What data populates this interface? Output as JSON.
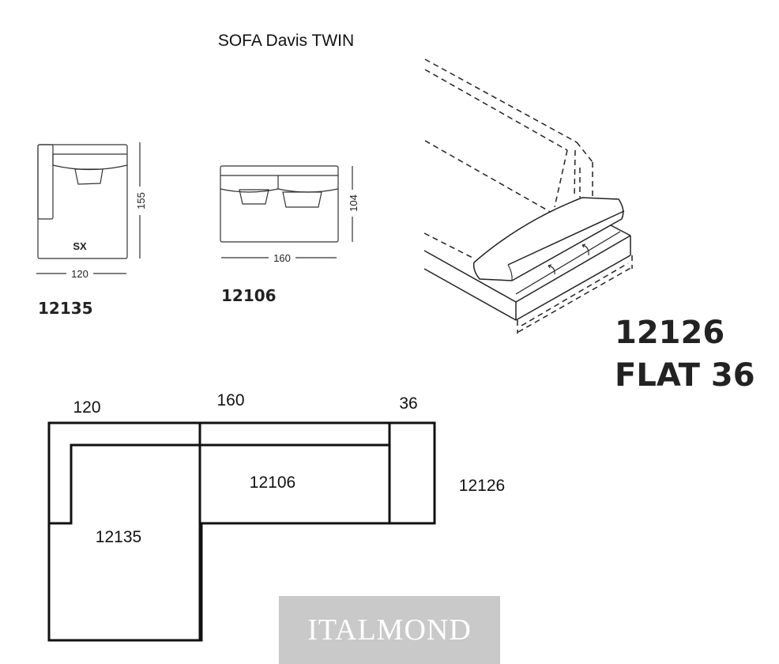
{
  "title": "SOFA Davis TWIN",
  "modules": {
    "corner": {
      "code": "12135",
      "side": "SX",
      "width": "120",
      "depth": "155"
    },
    "middle": {
      "code": "12106",
      "width": "160",
      "depth": "104"
    },
    "end": {
      "code": "12126",
      "name": "FLAT 36"
    }
  },
  "plan": {
    "dim_left": "120",
    "dim_middle": "160",
    "dim_right": "36",
    "label_corner": "12135",
    "label_middle": "12106",
    "label_end": "12126"
  },
  "watermark": "ITALMOND"
}
